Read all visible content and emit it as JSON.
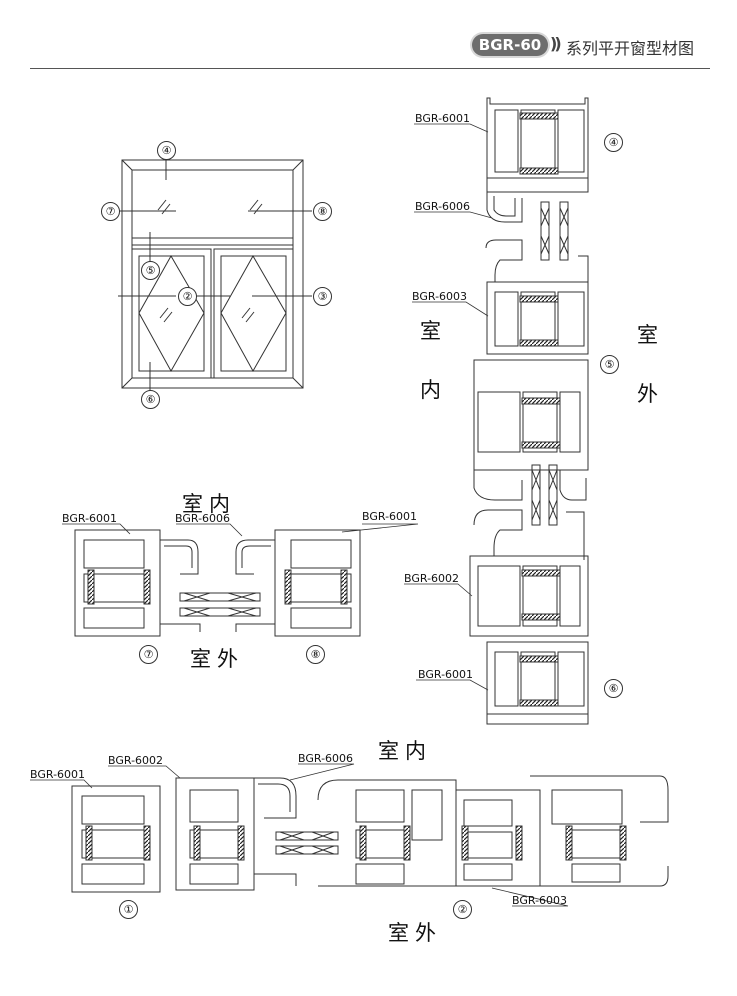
{
  "header": {
    "series_badge": "BGR-60",
    "arrows": "))",
    "title": "系列平开窗型材图"
  },
  "labels": {
    "indoor": "室内",
    "outdoor": "室外",
    "indoor_c1": "室",
    "indoor_c2": "内",
    "outdoor_c1": "室",
    "outdoor_c2": "外"
  },
  "window_markers": {
    "m1": "①",
    "m2": "②",
    "m3": "③",
    "m4": "④",
    "m5": "⑤",
    "m6": "⑥",
    "m7": "⑦",
    "m8": "⑧"
  },
  "profile_codes": {
    "p6001": "BGR-6001",
    "p6002": "BGR-6002",
    "p6003": "BGR-6003",
    "p6006": "BGR-6006"
  }
}
